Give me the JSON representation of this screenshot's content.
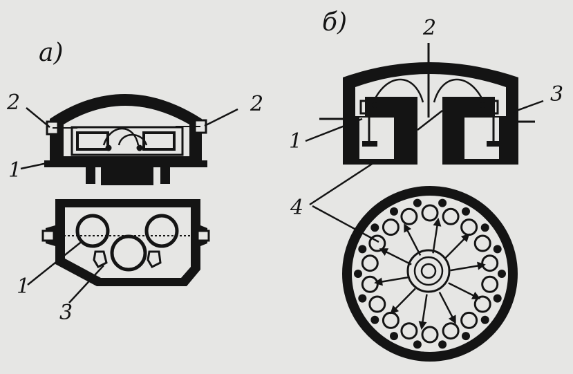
{
  "panels": {
    "a": {
      "label": "а)"
    },
    "b": {
      "label": "б)"
    }
  },
  "callouts": {
    "a_top_left": "2",
    "a_top_right": "2",
    "a_left": "1",
    "a_bottom_1": "1",
    "a_bottom_3": "3",
    "b_top": "2",
    "b_right": "3",
    "b_left": "1",
    "b_mid": "4"
  },
  "colors": {
    "ink": "#141414",
    "paper": "#e6e6e4"
  }
}
